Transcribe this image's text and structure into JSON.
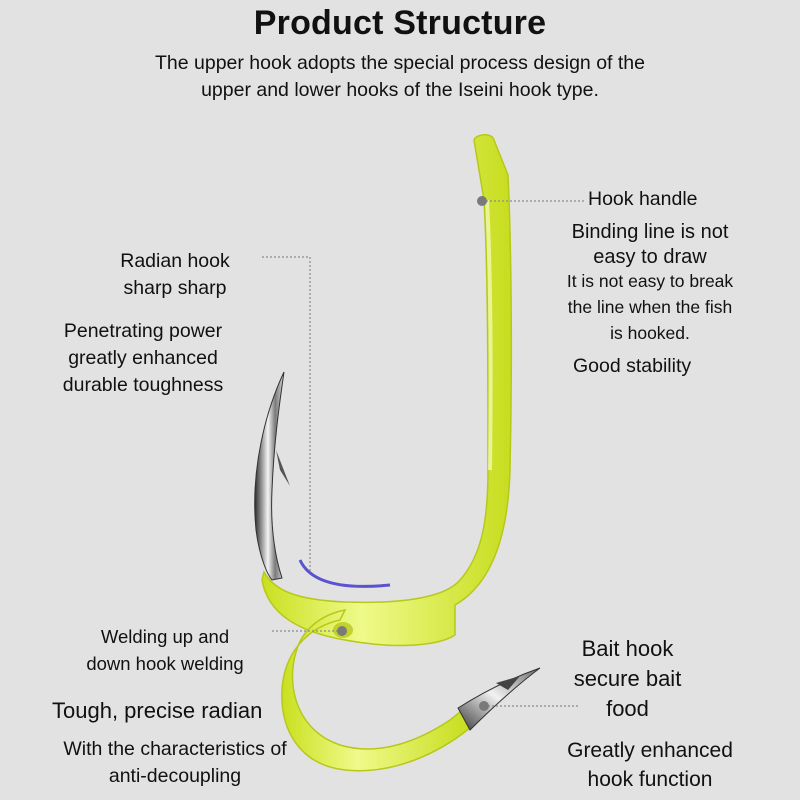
{
  "header": {
    "title": "Product Structure",
    "subtitle_line1": "The upper hook adopts the special process design of the",
    "subtitle_line2": "upper and lower hooks of the Iseini hook type."
  },
  "labels": {
    "hook_handle": "Hook handle",
    "binding_line": [
      "Binding line is not",
      "easy to draw"
    ],
    "not_easy_break": [
      "It is not easy to break",
      "the line when the fish",
      "is hooked."
    ],
    "good_stability": "Good stability",
    "radian_hook": [
      "Radian hook",
      "sharp sharp"
    ],
    "penetrating": [
      "Penetrating power",
      "greatly enhanced",
      "durable toughness"
    ],
    "welding": [
      "Welding up and",
      "down hook welding"
    ],
    "tough": "Tough, precise radian",
    "characteristics": [
      "With the characteristics of",
      "anti-decoupling"
    ],
    "bait_hook": [
      "Bait hook",
      "secure bait",
      "food"
    ],
    "greatly_enhanced": [
      "Greatly enhanced",
      "hook function"
    ]
  },
  "colors": {
    "background": "#e2e2e2",
    "hook_yellow": "#d8ee3a",
    "hook_highlight": "#f1fb9a",
    "steel": "#4a4a4a",
    "leader_line": "#8a8a8a"
  },
  "icons": {
    "upper_hook": "upper-hook-illustration",
    "bait_hook": "bait-hook-illustration"
  }
}
